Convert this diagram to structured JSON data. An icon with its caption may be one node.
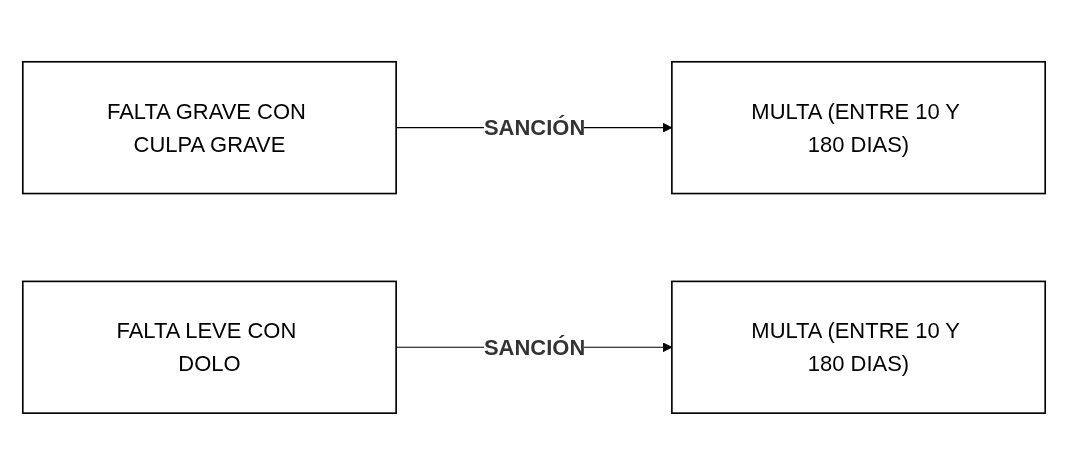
{
  "diagram": {
    "nodes": [
      {
        "text": [
          "FALTA GRAVE CON CULPA GRAVE"
        ]
      },
      {
        "text": [
          "MULTA (ENTRE 10 Y 180 DIAS)"
        ]
      },
      {
        "text": [
          "FALTA LEVE CON DOLO"
        ]
      },
      {
        "text": [
          "MULTA (ENTRE 10 Y 180 DIAS)"
        ]
      }
    ],
    "edges": [
      {
        "from": 0,
        "to": 1,
        "arrow": "to",
        "label": "SANCIÓN"
      },
      {
        "from": 2,
        "to": 3,
        "arrow": "to",
        "label": "SANCIÓN"
      }
    ]
  }
}
